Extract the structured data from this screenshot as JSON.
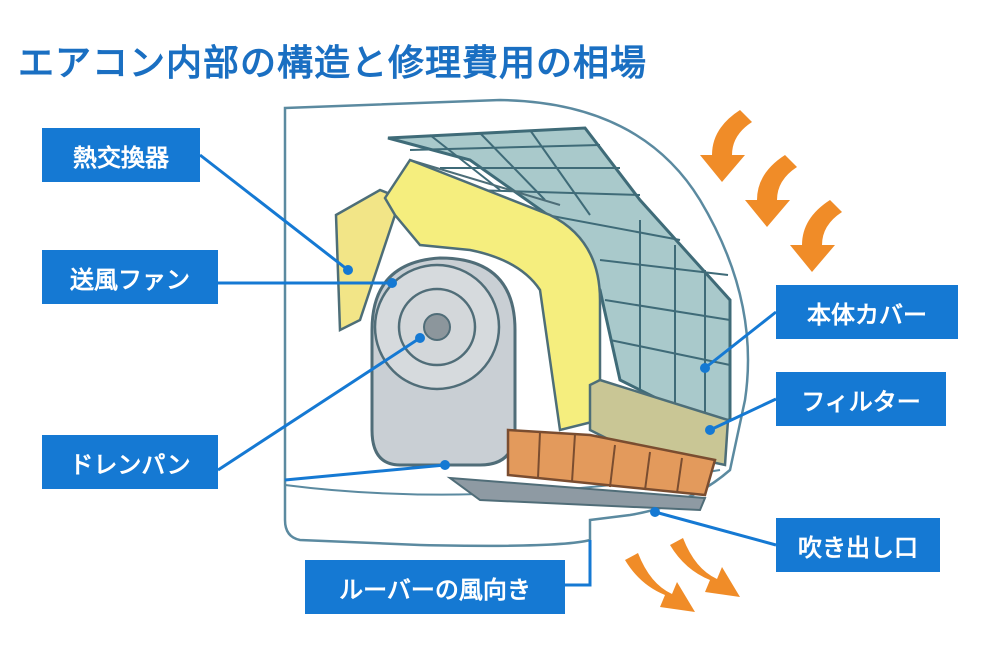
{
  "title": "エアコン内部の構造と修理費用の相場",
  "labels": {
    "heat_exchanger": "熱交換器",
    "fan": "送風ファン",
    "drain_pan": "ドレンパン",
    "body_cover": "本体カバー",
    "filter": "フィルター",
    "outlet": "吹き出し口",
    "louver": "ルーバーの風向き"
  },
  "colors": {
    "title": "#1a6fc2",
    "label_bg": "#1579d3",
    "leader_line": "#1579d3",
    "heat_exchanger": "#f5ee7e",
    "fan": "#c9cfd4",
    "filter_grid": "#9fc3c6",
    "drain_pan": "#c9c695",
    "outlet": "#e39a5c",
    "airflow_arrow": "#f08c28"
  }
}
